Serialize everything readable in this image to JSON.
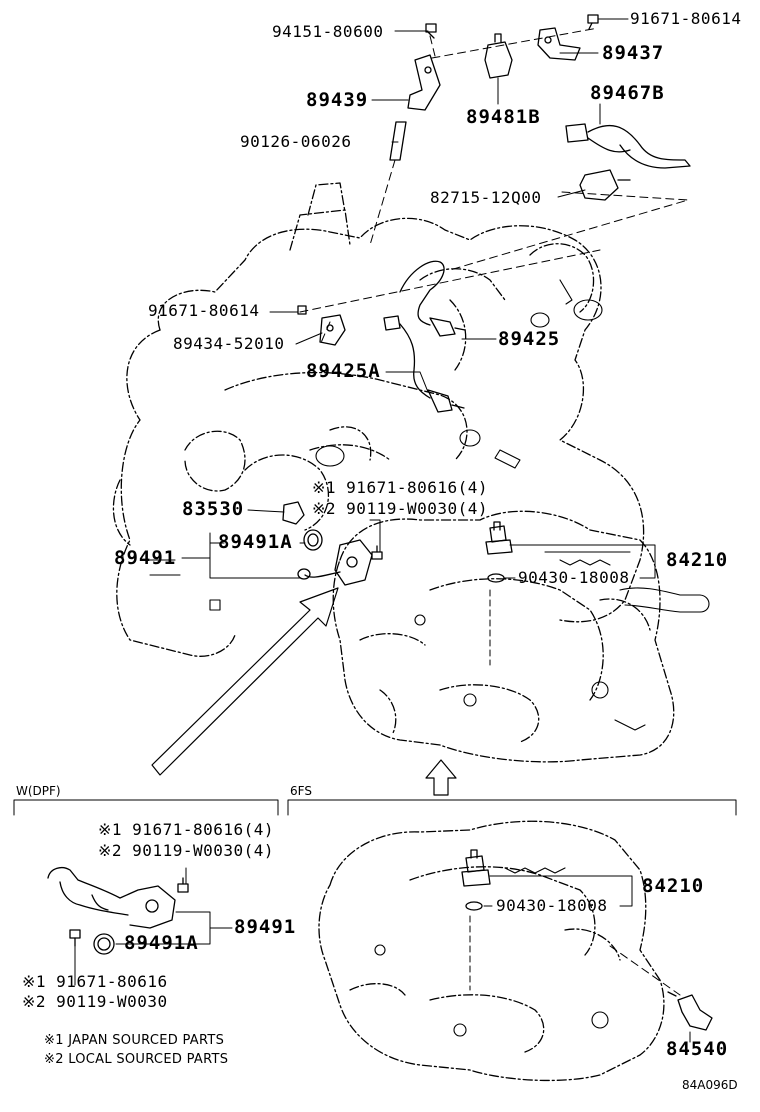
{
  "labels": {
    "p94151": "94151-80600",
    "p91671_top": "91671-80614",
    "p89437": "89437",
    "p89439": "89439",
    "p89481B": "89481B",
    "p89467B": "89467B",
    "p90126": "90126-06026",
    "p82715": "82715-12Q00",
    "p91671_mid": "91671-80614",
    "p89434": "89434-52010",
    "p89425": "89425",
    "p89425A": "89425A",
    "p91671_80616_4": "※1 91671-80616(4)",
    "p90119_4": "※2 90119-W0030(4)",
    "p83530": "83530",
    "p89491A": "89491A",
    "p89491": "89491",
    "p84210": "84210",
    "p90430": "90430-18008"
  },
  "sections": {
    "wdpf": {
      "title": "W(DPF)",
      "screw1": "※1 91671-80616(4)",
      "screw2": "※2 90119-W0030(4)",
      "p89491": "89491",
      "p89491A": "89491A",
      "bolt1": "※1 91671-80616",
      "bolt2": "※2 90119-W0030"
    },
    "sixfs": {
      "title": "6FS",
      "p84210": "84210",
      "p90430": "90430-18008",
      "p84540": "84540"
    }
  },
  "notes": {
    "n1": "※1  JAPAN SOURCED PARTS",
    "n2": "※2  LOCAL SOURCED PARTS"
  },
  "diagram_code": "84A096D"
}
